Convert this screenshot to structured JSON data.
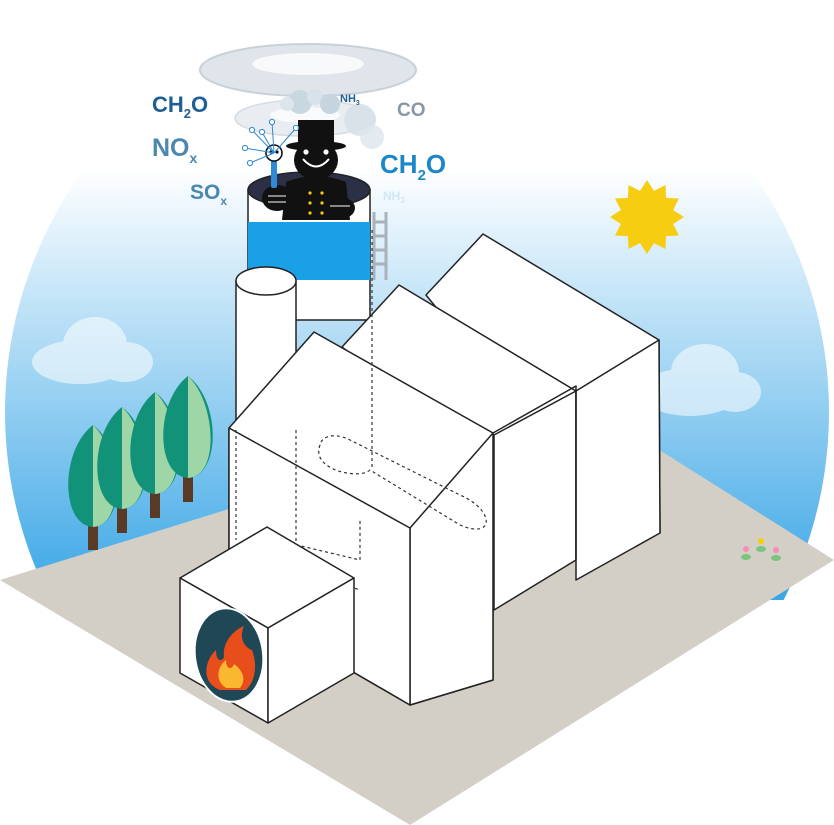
{
  "colors": {
    "sky_top": "#ffffff",
    "sky_bottom": "#3aa6e6",
    "ground": "#d3cfc7",
    "stack_band": "#1aa0e6",
    "sun": "#f7cd12",
    "tree_dark": "#13927a",
    "tree_light": "#9fd6a8",
    "trunk": "#5a3a24",
    "fire_outer": "#e84e1b",
    "fire_inner": "#f9b82f",
    "furnace_hole": "#1f4756",
    "smoke": "#dfe5ea"
  },
  "emissions": [
    {
      "base": "CH",
      "sub": "2",
      "tail": "O",
      "color": "#cfe6f5"
    },
    {
      "base": "NH",
      "sub": "3",
      "tail": "",
      "color": "#1f5f95"
    },
    {
      "base": "CO",
      "sub": "",
      "tail": "",
      "color": "#1f5f95"
    },
    {
      "base": "NO",
      "sub": "x",
      "tail": "",
      "color": "#8a97a3"
    },
    {
      "base": "CH",
      "sub": "2",
      "tail": "O",
      "color": "#4a88b0"
    },
    {
      "base": "SO",
      "sub": "x",
      "tail": "",
      "color": "#1d86c8"
    },
    {
      "base": "NH",
      "sub": "3",
      "tail": "",
      "color": "#4a88b0"
    }
  ]
}
